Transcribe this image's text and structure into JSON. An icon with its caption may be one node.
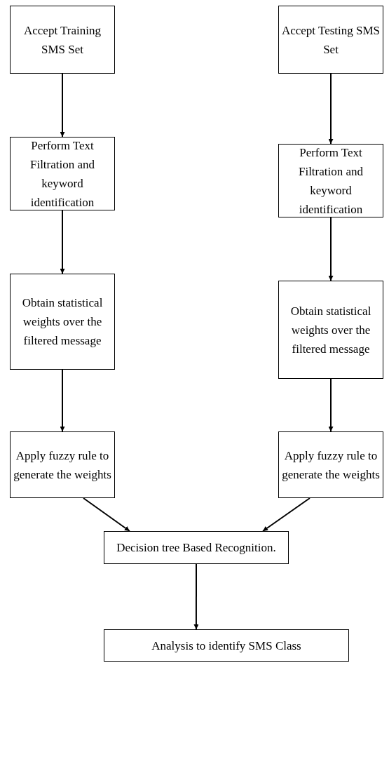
{
  "diagram": {
    "nodes": [
      {
        "text": [
          "Accept Training SMS Set"
        ]
      },
      {
        "text": [
          "Accept Testing SMS Set"
        ]
      },
      {
        "text": [
          "Perform Text Filtration and keyword identification"
        ]
      },
      {
        "text": [
          "Perform Text Filtration and keyword identification"
        ]
      },
      {
        "text": [
          "Obtain statistical weights over the filtered message"
        ]
      },
      {
        "text": [
          "Obtain statistical weights over the filtered message"
        ]
      },
      {
        "text": [
          "Apply fuzzy rule to generate the weights"
        ]
      },
      {
        "text": [
          "Apply fuzzy rule to generate the weights"
        ]
      },
      {
        "text": [
          "Decision tree Based Recognition."
        ]
      },
      {
        "text": [
          "Analysis to identify SMS Class"
        ]
      }
    ],
    "edges": [
      {
        "from": 0,
        "to": 2,
        "arrow": "to"
      },
      {
        "from": 2,
        "to": 4,
        "arrow": "to"
      },
      {
        "from": 4,
        "to": 6,
        "arrow": "to"
      },
      {
        "from": 1,
        "to": 3,
        "arrow": "to"
      },
      {
        "from": 3,
        "to": 5,
        "arrow": "to"
      },
      {
        "from": 5,
        "to": 7,
        "arrow": "to"
      },
      {
        "from": 6,
        "to": 8,
        "arrow": "to"
      },
      {
        "from": 7,
        "to": 8,
        "arrow": "to"
      },
      {
        "from": 8,
        "to": 9,
        "arrow": "to"
      }
    ]
  }
}
